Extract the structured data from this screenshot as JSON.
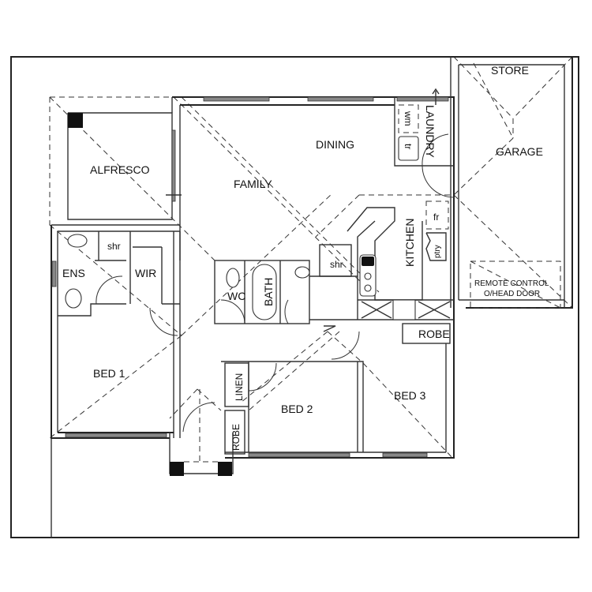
{
  "title": "House Floor Plan",
  "rooms": {
    "alfresco": "ALFRESCO",
    "family": "FAMILY",
    "dining": "DINING",
    "laundry": "LAUNDRY",
    "store": "STORE",
    "garage": "GARAGE",
    "kitchen": "KITCHEN",
    "ens": "ENS",
    "wir": "WIR",
    "wc": "WC",
    "bath": "BATH",
    "bed1": "BED 1",
    "bed2": "BED 2",
    "bed3": "BED 3",
    "linen": "LINEN",
    "robe_bed2": "ROBE",
    "robe_bed3": "ROBE"
  },
  "fixtures": {
    "ens_shower": "shr",
    "main_shower": "shr",
    "washing_machine": "wm",
    "laundry_tub": "tr",
    "fridge": "fr",
    "pantry": "ptry"
  },
  "annotations": {
    "garage_door_line1": "REMOTE CONTROL",
    "garage_door_line2": "O/HEAD DOOR"
  }
}
